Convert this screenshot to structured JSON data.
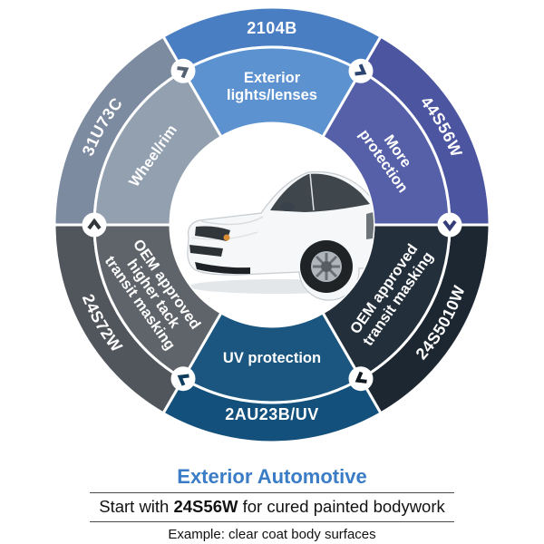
{
  "wheel": {
    "segments": [
      {
        "code": "2104B",
        "label": "Exterior lights/lenses",
        "label_lines": [
          "Exterior",
          "lights/lenses"
        ],
        "outer_color": "#4a7ec3",
        "inner_color": "#5d92d1",
        "chevron_color": "#2b4472"
      },
      {
        "code": "44S56W",
        "label": "More protection",
        "label_lines": [
          "More",
          "protection"
        ],
        "outer_color": "#4b55a0",
        "inner_color": "#5660a8",
        "chevron_color": "#343d78"
      },
      {
        "code": "24S5010W",
        "label": "OEM approved transit masking",
        "label_lines": [
          "OEM approved",
          "transit masking"
        ],
        "outer_color": "#1c2732",
        "inner_color": "#232f3b",
        "chevron_color": "#11181f"
      },
      {
        "code": "2AU23B/UV",
        "label": "UV protection",
        "label_lines": [
          "UV protection"
        ],
        "outer_color": "#13507b",
        "inner_color": "#1a567f",
        "chevron_color": "#0e3c5c"
      },
      {
        "code": "24S72W",
        "label": "OEM approved higher tack transit masking",
        "label_lines": [
          "OEM approved",
          "higher tack",
          "transit masking"
        ],
        "outer_color": "#51565c",
        "inner_color": "#5f646a",
        "chevron_color": "#33373c"
      },
      {
        "code": "31U73C",
        "label": "Wheel/rim",
        "label_lines": [
          "Wheel/rim"
        ],
        "outer_color": "#7c8ba0",
        "inner_color": "#93a0b0",
        "chevron_color": "#556172"
      }
    ],
    "center_image": "white car with protective masking film"
  },
  "footer": {
    "title": "Exterior Automotive",
    "title_color": "#3a7cc6",
    "start_prefix": "Start with ",
    "start_code": "24S56W",
    "start_suffix": " for cured painted bodywork",
    "example": "Example: clear coat body surfaces"
  }
}
